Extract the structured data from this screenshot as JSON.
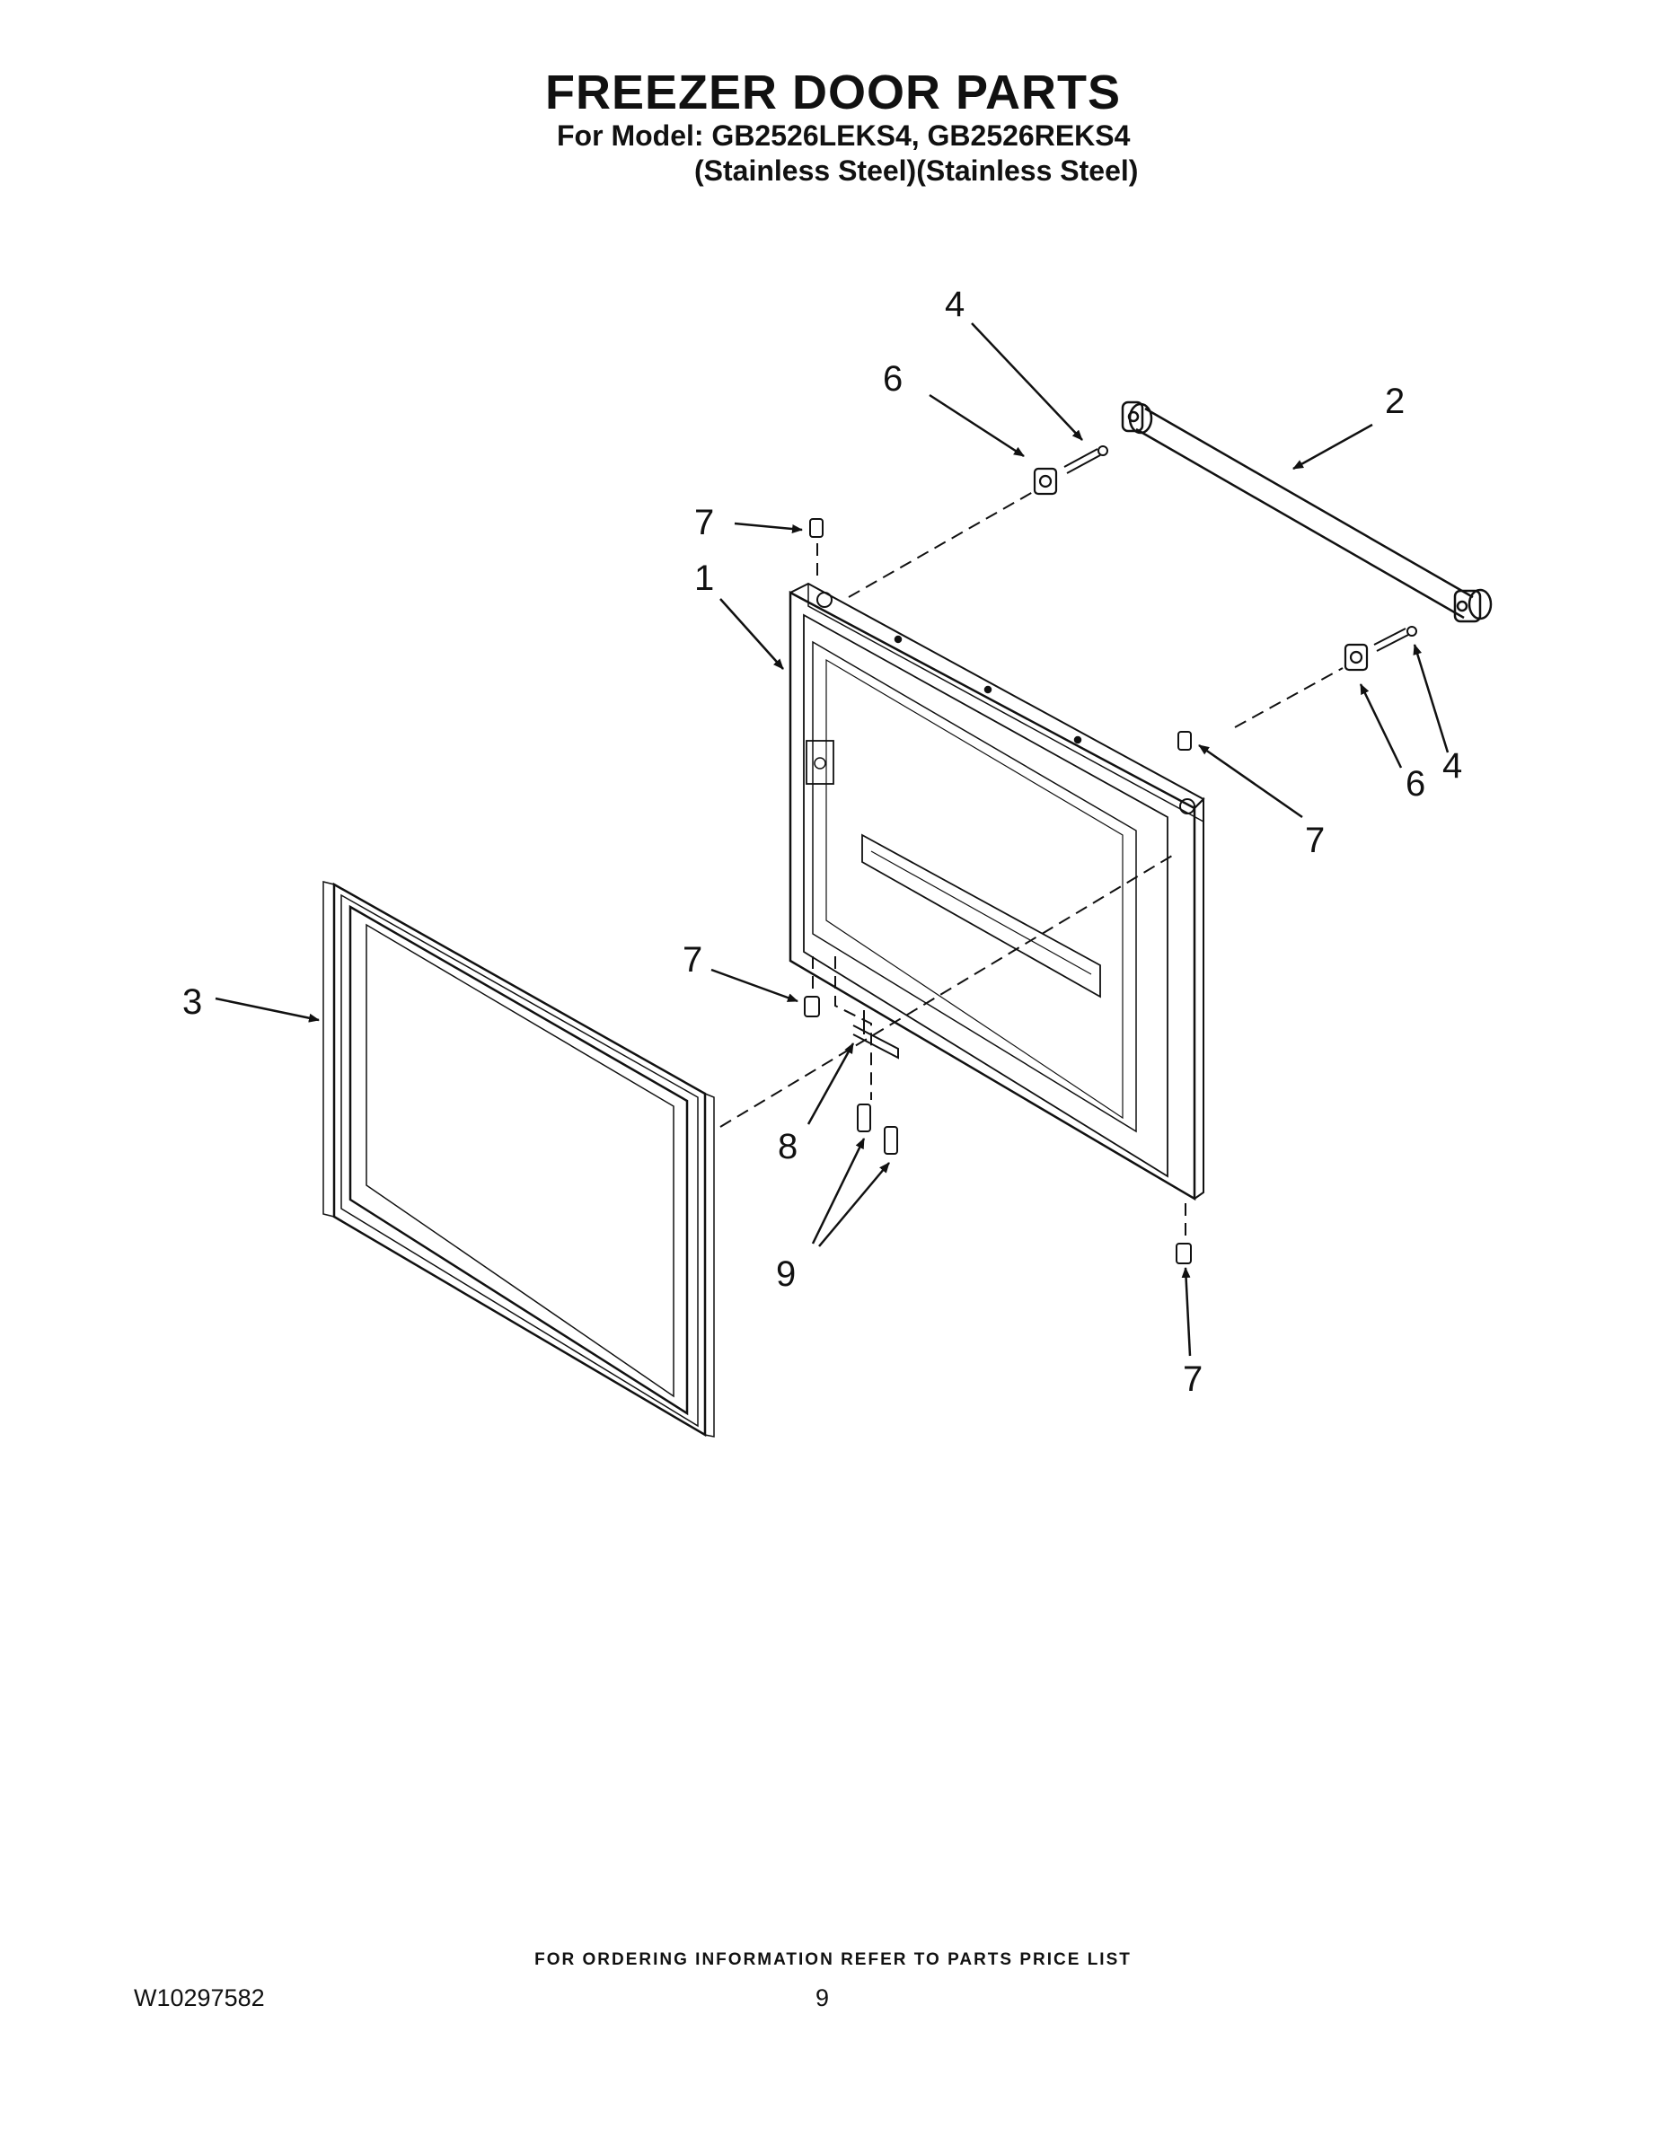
{
  "header": {
    "title": "FREEZER DOOR PARTS",
    "model_line": "For Model: GB2526LEKS4, GB2526REKS4",
    "finish_line": "(Stainless Steel)(Stainless Steel)"
  },
  "diagram": {
    "callouts": {
      "door": "1",
      "handle": "2",
      "gasket": "3",
      "screw_top": "4",
      "screw_right": "4",
      "spacer_top": "6",
      "spacer_right": "6",
      "plug_top_left": "7",
      "plug_top_right": "7",
      "plug_bottom_left": "7",
      "plug_bottom_right": "7",
      "bracket": "8",
      "bracket_screws": "9"
    }
  },
  "footer": {
    "ordering_note": "FOR ORDERING INFORMATION REFER TO PARTS PRICE LIST",
    "document_number": "W10297582",
    "page_number": "9"
  }
}
